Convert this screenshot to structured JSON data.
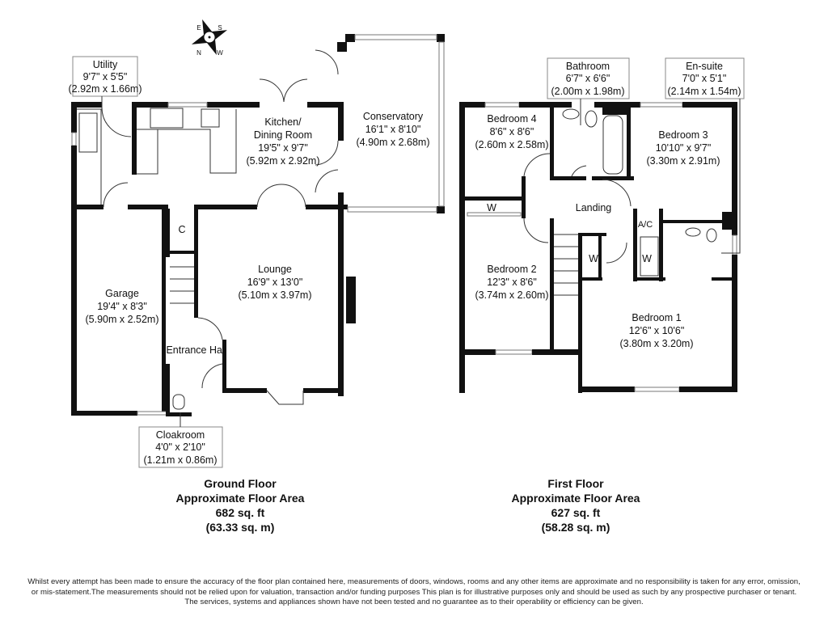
{
  "ground_floor": {
    "compass": {
      "letters": [
        "N",
        "E",
        "S",
        "W"
      ]
    },
    "rooms": {
      "utility": {
        "name": "Utility",
        "imperial": "9'7\" x 5'5\"",
        "metric": "(2.92m x 1.66m)"
      },
      "kitchen": {
        "name1": "Kitchen/",
        "name2": "Dining Room",
        "imperial": "19'5\" x 9'7\"",
        "metric": "(5.92m x 2.92m)"
      },
      "conservatory": {
        "name": "Conservatory",
        "imperial": "16'1\" x 8'10\"",
        "metric": "(4.90m x 2.68m)"
      },
      "cupboard": {
        "name": "C"
      },
      "lounge": {
        "name": "Lounge",
        "imperial": "16'9\" x 13'0\"",
        "metric": "(5.10m x 3.97m)"
      },
      "garage": {
        "name": "Garage",
        "imperial": "19'4\" x 8'3\"",
        "metric": "(5.90m x 2.52m)"
      },
      "entrance_hall": {
        "name": "Entrance Hall"
      },
      "cloakroom": {
        "name": "Cloakroom",
        "imperial": "4'0\" x 2'10\"",
        "metric": "(1.21m x 0.86m)"
      }
    },
    "summary": {
      "title": "Ground Floor",
      "subtitle": "Approximate Floor Area",
      "sqft": "682 sq. ft",
      "sqm": "(63.33 sq. m)"
    }
  },
  "first_floor": {
    "rooms": {
      "bathroom": {
        "name": "Bathroom",
        "imperial": "6'7\" x 6'6\"",
        "metric": "(2.00m x 1.98m)"
      },
      "ensuite": {
        "name": "En-suite",
        "imperial": "7'0\" x 5'1\"",
        "metric": "(2.14m x 1.54m)"
      },
      "bedroom4": {
        "name": "Bedroom 4",
        "imperial": "8'6\" x 8'6\"",
        "metric": "(2.60m x 2.58m)"
      },
      "bedroom3": {
        "name": "Bedroom 3",
        "imperial": "10'10\" x 9'7\"",
        "metric": "(3.30m x 2.91m)"
      },
      "landing": {
        "name": "Landing"
      },
      "ac": {
        "name": "A/C"
      },
      "wardrobe": {
        "name": "W"
      },
      "bedroom2": {
        "name": "Bedroom 2",
        "imperial": "12'3\" x 8'6\"",
        "metric": "(3.74m x 2.60m)"
      },
      "bedroom1": {
        "name": "Bedroom 1",
        "imperial": "12'6\" x 10'6\"",
        "metric": "(3.80m x 3.20m)"
      }
    },
    "summary": {
      "title": "First Floor",
      "subtitle": "Approximate Floor Area",
      "sqft": "627 sq. ft",
      "sqm": "(58.28 sq. m)"
    }
  },
  "disclaimer": {
    "line1": "Whilst every attempt has been made to ensure the accuracy of the floor plan contained here, measurements of doors, windows, rooms and any other items are approximate and no responsibility is taken for any error, omission,",
    "line2": "or mis-statement.The measurements should not be relied upon for valuation, transaction and/or funding purposes This plan is for illustrative purposes only and should be used as such by any prospective purchaser or tenant.",
    "line3": "The services, systems and appliances shown have not been tested and no guarantee as to their operability or efficiency can be given."
  }
}
